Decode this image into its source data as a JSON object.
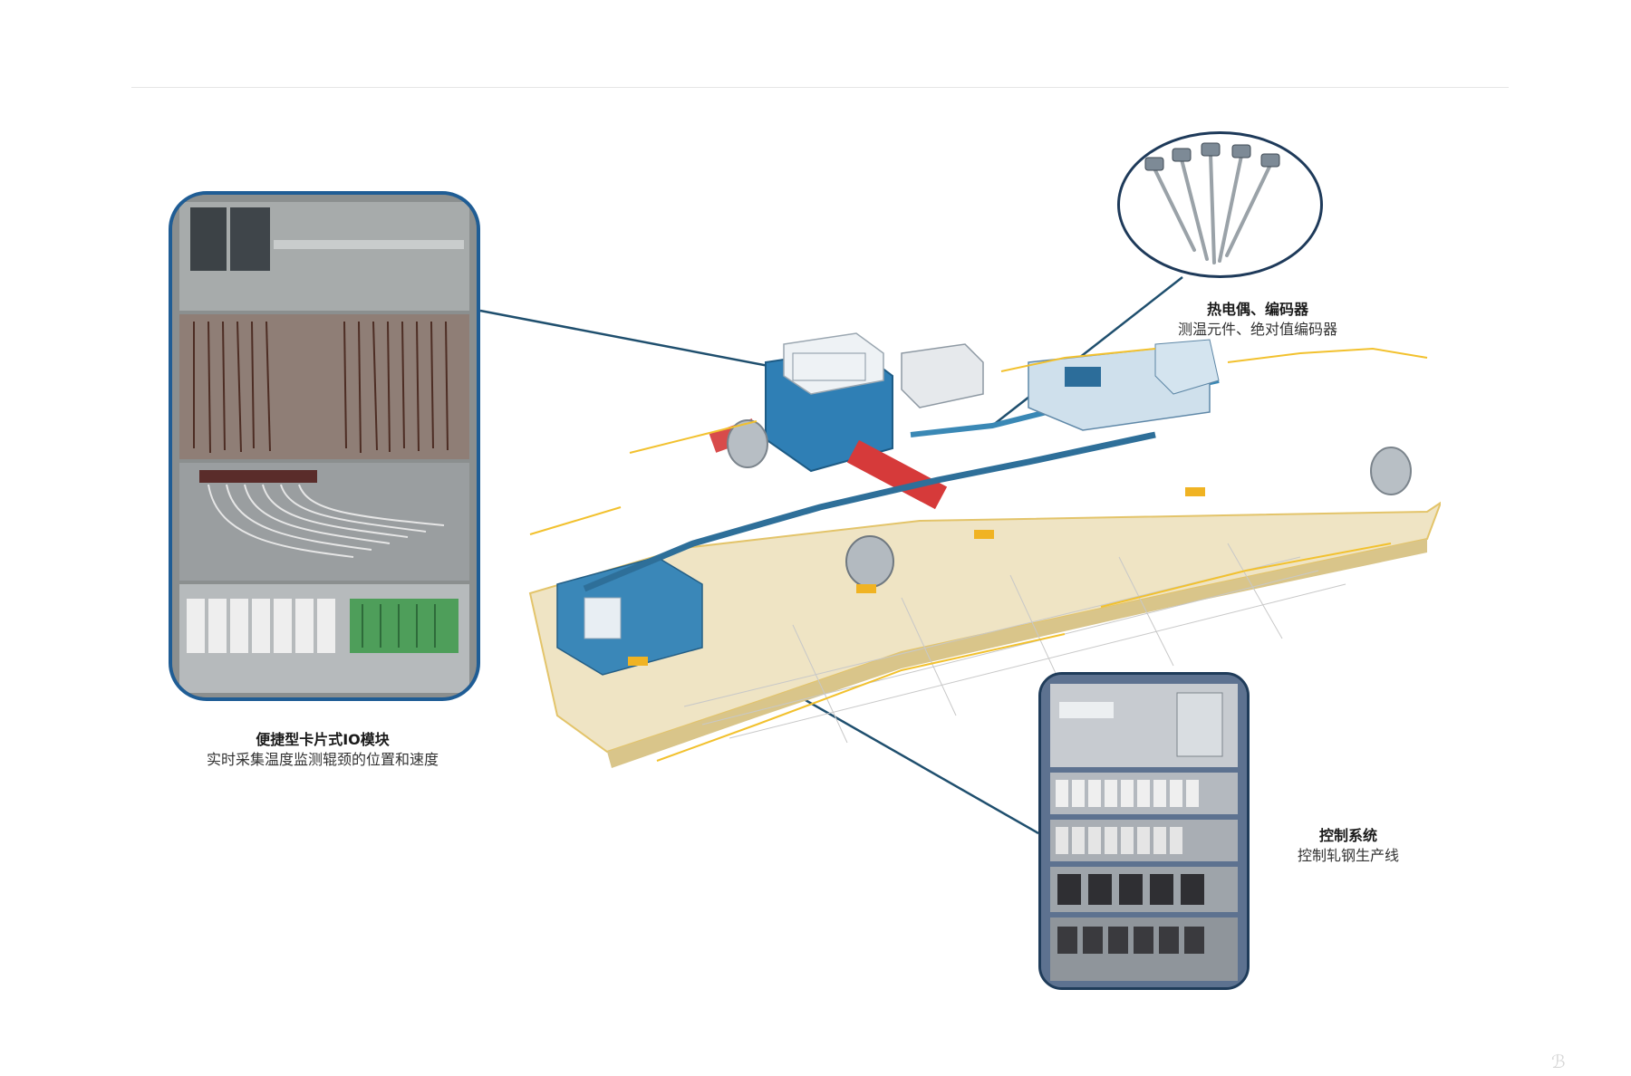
{
  "callouts": {
    "io_module": {
      "title": "便捷型卡片式IO模块",
      "subtitle": "实时采集温度监测辊颈的位置和速度"
    },
    "thermocouple": {
      "title": "热电偶、编码器",
      "subtitle": "测温元件、绝对值编码器"
    },
    "control_system": {
      "title": "控制系统",
      "subtitle": "控制轧钢生产线"
    }
  },
  "colors": {
    "panel_border": "#1f5d95",
    "leader_line": "#1f4f6e",
    "machine_blue": "#2f7fb5",
    "railing_yellow": "#f2c12e",
    "cabinet_grey": "#c9cdd2"
  },
  "icons": {
    "watermark": "watermark-icon"
  }
}
